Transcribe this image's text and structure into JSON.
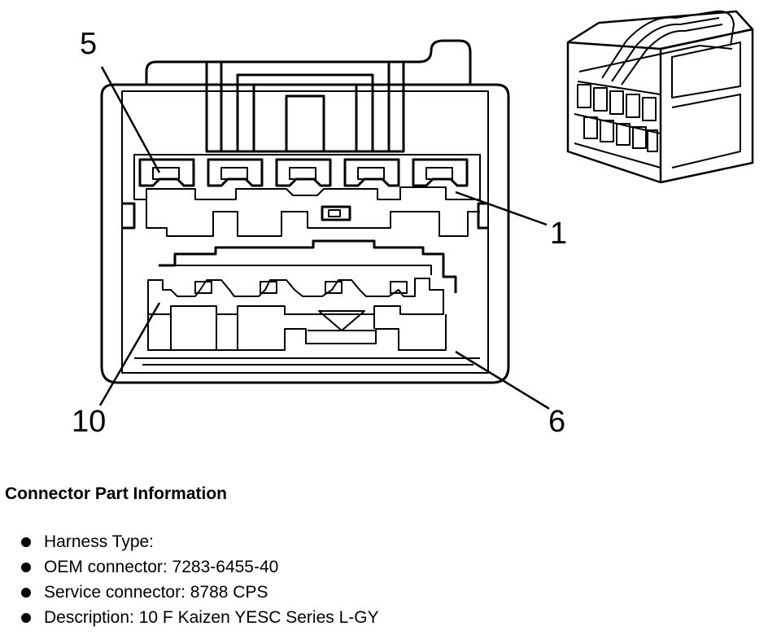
{
  "pin_labels": {
    "pin_5": "5",
    "pin_1": "1",
    "pin_10": "10",
    "pin_6": "6"
  },
  "connector_info": {
    "title": "Connector Part Information",
    "items": [
      "Harness Type:",
      "OEM connector: 7283-6455-40",
      "Service connector: 8788 CPS",
      "Description: 10 F Kaizen YESC Series L-GY"
    ]
  }
}
